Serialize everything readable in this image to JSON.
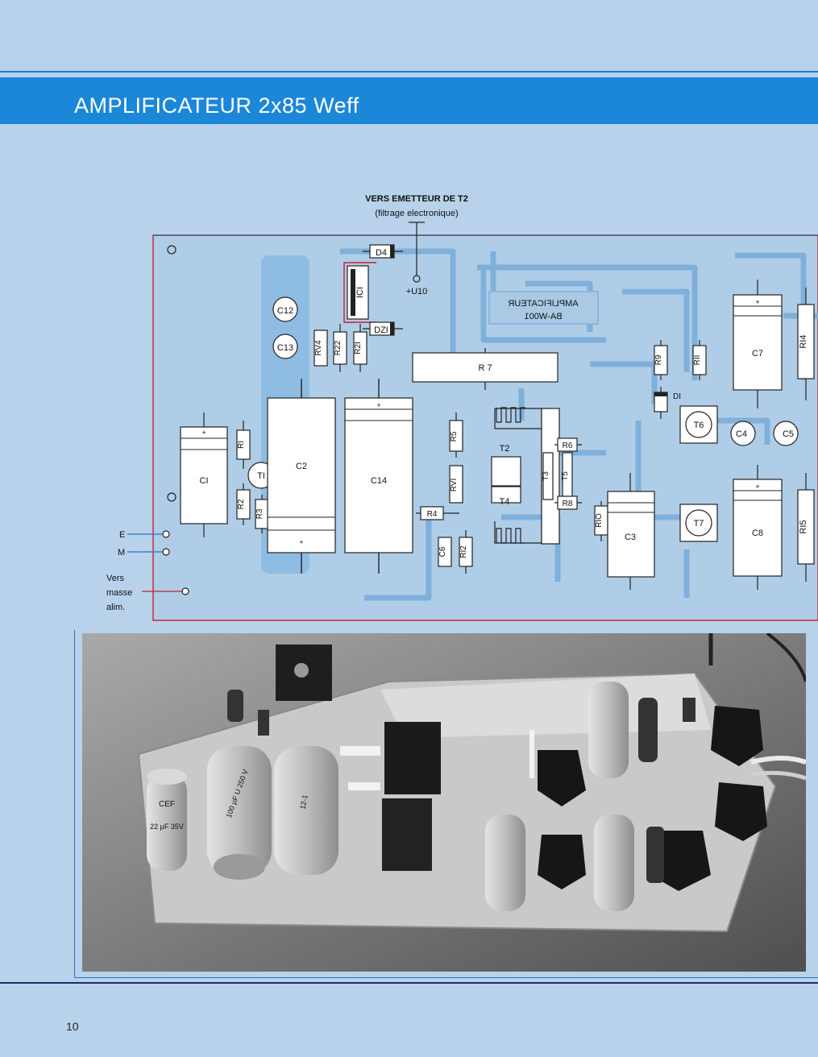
{
  "header": {
    "title": "AMPLIFICATEUR 2x85 Weff"
  },
  "schematic": {
    "note_line1": "VERS EMETTEUR DE T2",
    "note_line2": "(filtrage electronique)",
    "supply_label": "+U10",
    "mirrored_text_1": "AMPLIFICATEUR",
    "mirrored_text_2": "BA-W001",
    "inputs": {
      "e": "E",
      "m": "M"
    },
    "ground_note": [
      "Vers",
      "masse",
      "alim."
    ],
    "components": {
      "c1": "CI",
      "c2": "C2",
      "c3": "C3",
      "c4": "C4",
      "c5": "C5",
      "c6": "C6",
      "c7": "C7",
      "c8": "C8",
      "c12": "C12",
      "c13": "C13",
      "c14": "C14",
      "r1": "RI",
      "r2": "R2",
      "r3": "R3",
      "r4": "R4",
      "r5": "R5",
      "r6": "R6",
      "r7": "R 7",
      "r8": "R8",
      "r9": "R9",
      "r10": "RIO",
      "r11": "RII",
      "r12": "RI2",
      "r14": "RI4",
      "r15": "RI5",
      "r21": "R2I",
      "r22": "R22",
      "rv1": "RVI",
      "rv4": "RV4",
      "d1": "DI",
      "d4": "D4",
      "dz1": "DZI",
      "ic1": "ICI",
      "t1": "TI",
      "t2": "T2",
      "t3": "T3",
      "t4": "T4",
      "t5": "T5",
      "t6": "T6",
      "t7": "T7"
    }
  },
  "photo": {
    "cap_label": "CEF",
    "cap_text_a": "22 µF 35V",
    "cap_text_b": "100 µF U 250 V",
    "cap_text_c": "12-1"
  },
  "footer": {
    "page_number": "10"
  }
}
